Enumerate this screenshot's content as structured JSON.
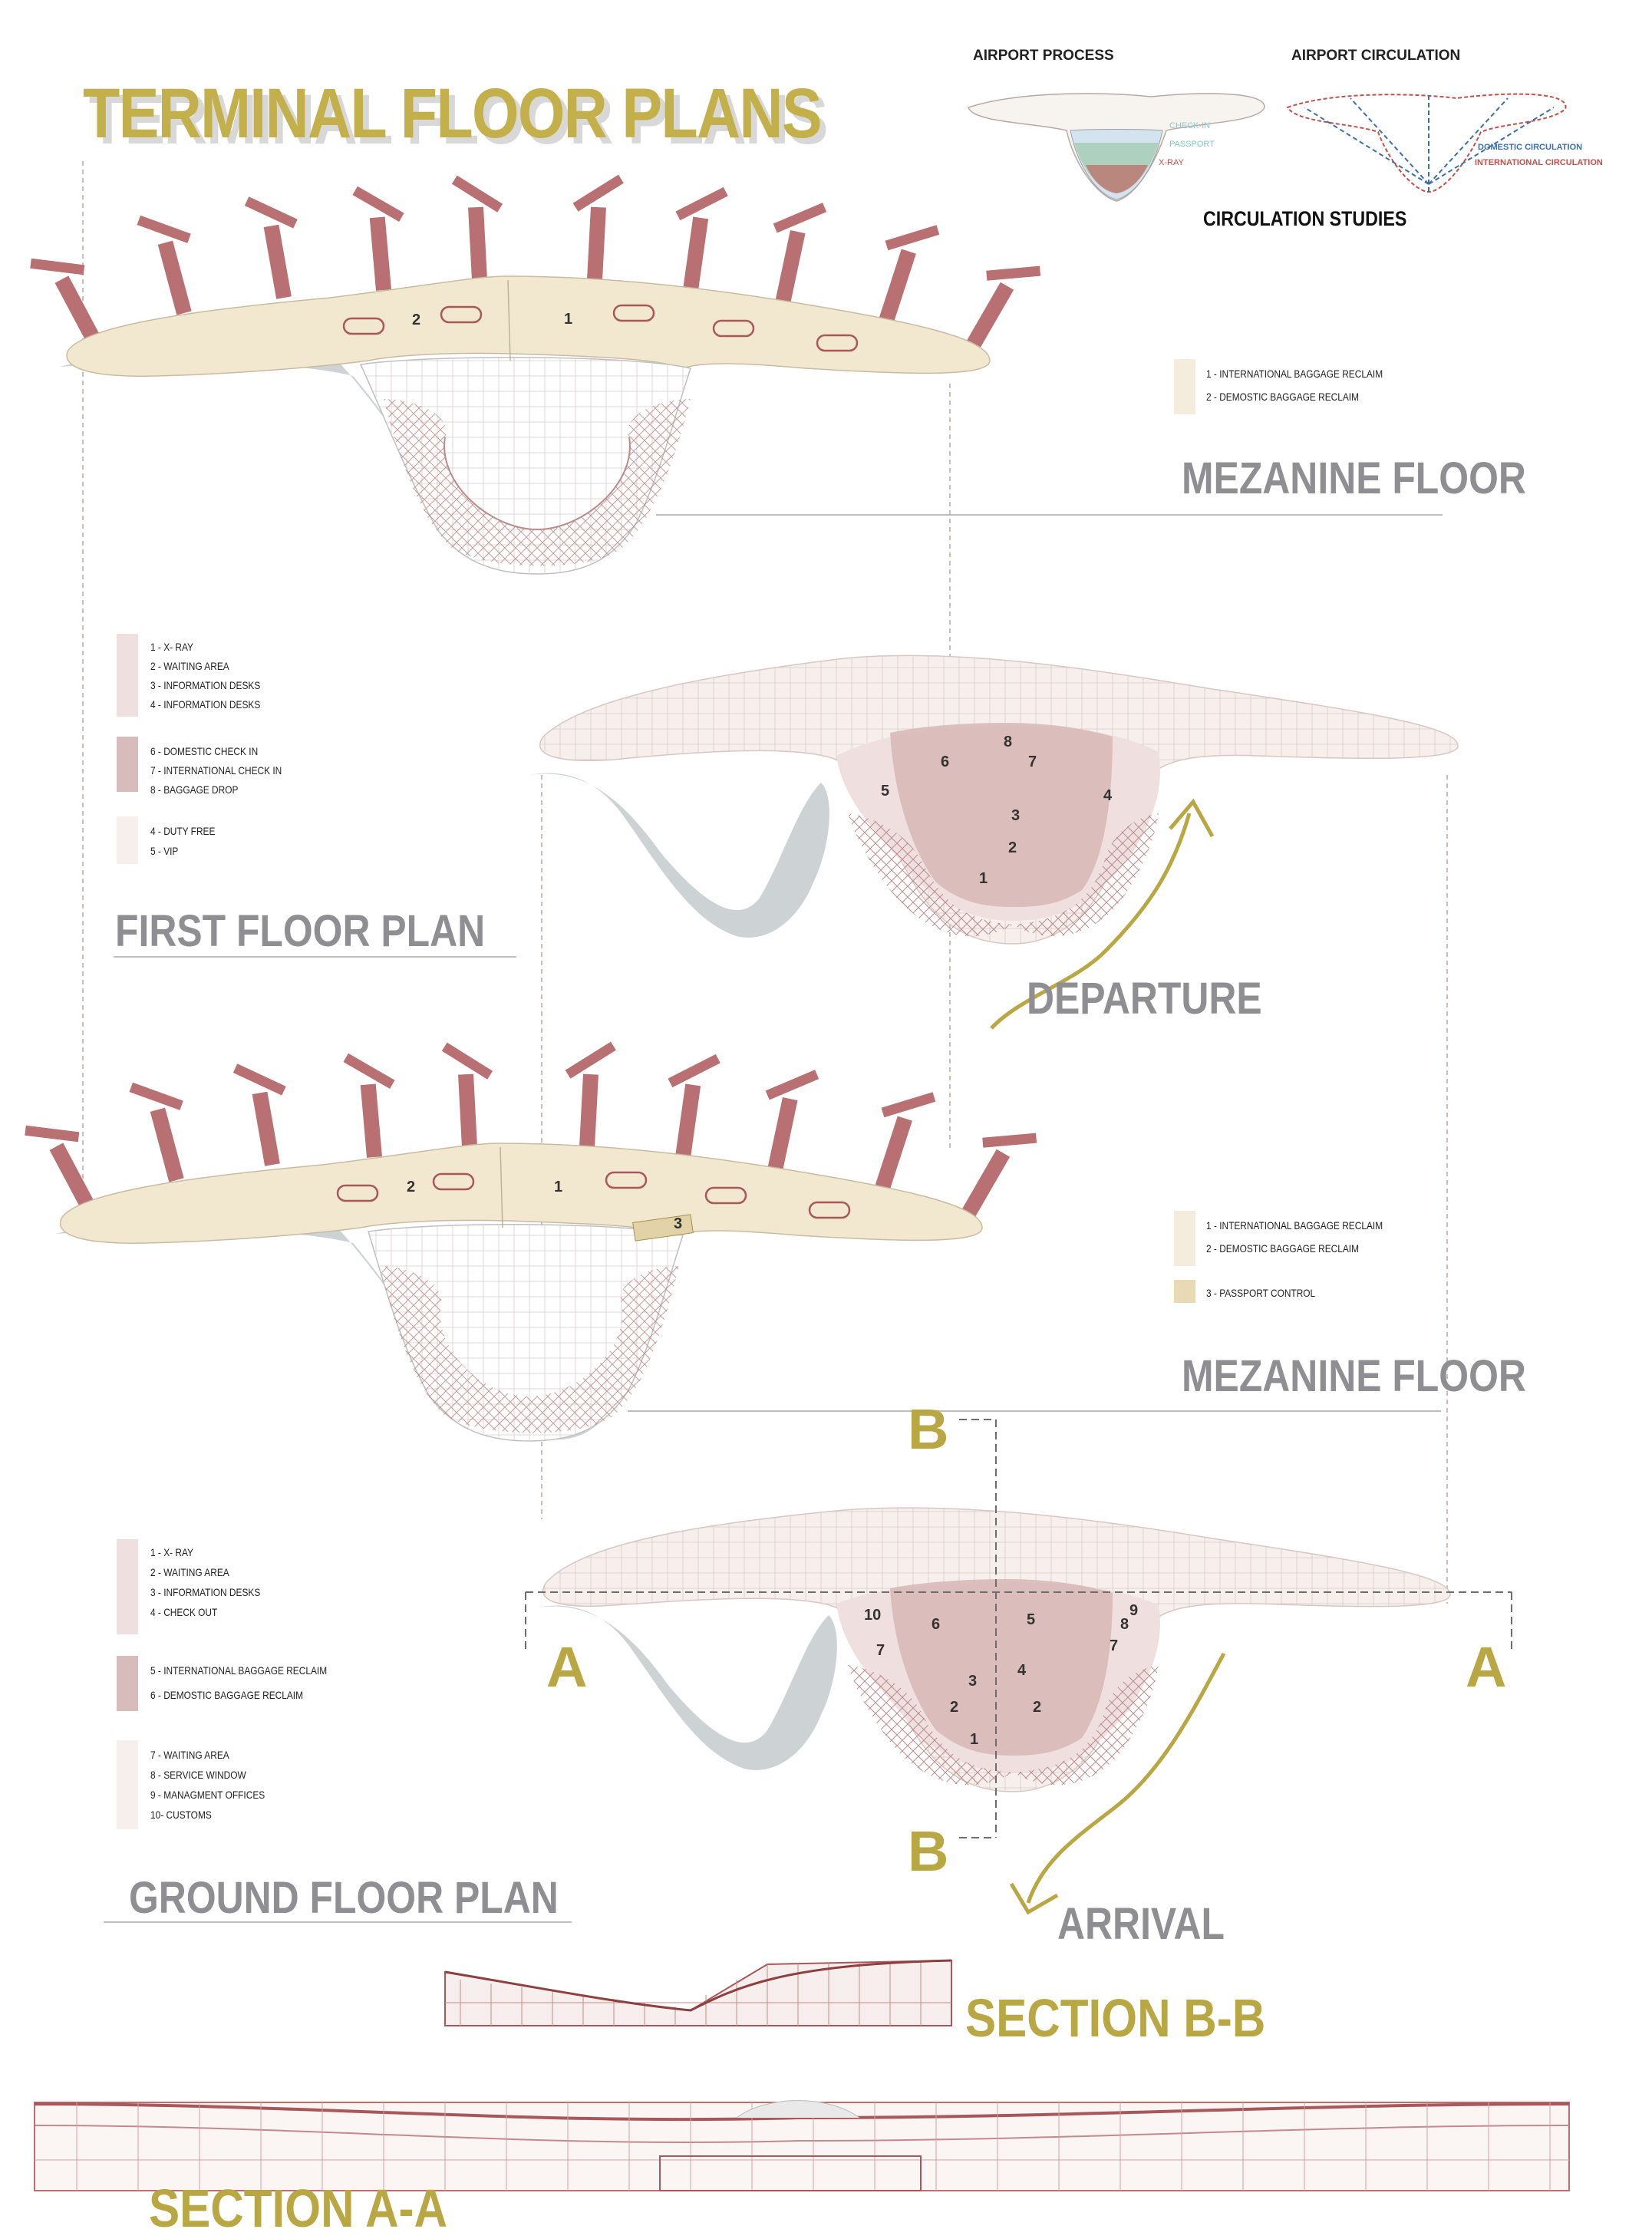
{
  "title": "TERMINAL FLOOR PLANS",
  "circulation": {
    "process_heading": "AIRPORT PROCESS",
    "circulation_heading": "AIRPORT CIRCULATION",
    "studies_title": "CIRCULATION STUDIES",
    "process_labels": [
      "CHECK-IN",
      "PASSPORT",
      "X-RAY"
    ],
    "domestic_label": "DOMESTIC CIRCULATION",
    "international_label": "INTERNATIONAL CIRCULATION",
    "colors": {
      "domestic": "#3b6fa8",
      "international": "#c0504d",
      "checkin": "#9fd4d9",
      "passport": "#7ec9b8"
    }
  },
  "mezzanine_upper": {
    "title": "MEZANINE FLOOR",
    "legend": [
      "1 - INTERNATIONAL BAGGAGE RECLAIM",
      "2 - DEMOSTIC BAGGAGE RECLAIM"
    ],
    "plan_labels": [
      "2",
      "1"
    ]
  },
  "first_floor": {
    "title": "FIRST FLOOR PLAN",
    "legend_groups": [
      [
        "1 - X- RAY",
        "2 - WAITING AREA",
        "3 - INFORMATION DESKS",
        "4 - INFORMATION DESKS"
      ],
      [
        "6 - DOMESTIC CHECK IN",
        "7 - INTERNATIONAL CHECK IN",
        "8 - BAGGAGE DROP"
      ],
      [
        "4 - DUTY FREE",
        "5 - VIP"
      ]
    ],
    "plan_labels": [
      "8",
      "6",
      "7",
      "5",
      "4",
      "3",
      "2",
      "1"
    ],
    "flow_label": "DEPARTURE"
  },
  "mezzanine_lower": {
    "title": "MEZANINE FLOOR",
    "legend": [
      "1 - INTERNATIONAL BAGGAGE RECLAIM",
      "2 - DEMOSTIC BAGGAGE RECLAIM"
    ],
    "legend_extra": "3 - PASSPORT CONTROL",
    "plan_labels": [
      "2",
      "1",
      "3"
    ]
  },
  "ground_floor": {
    "title": "GROUND FLOOR PLAN",
    "legend_groups": [
      [
        "1 - X- RAY",
        "2 - WAITING AREA",
        "3 - INFORMATION DESKS",
        "4 - CHECK OUT"
      ],
      [
        "5 - INTERNATIONAL BAGGAGE RECLAIM",
        "6 - DEMOSTIC BAGGAGE RECLAIM"
      ],
      [
        "7 - WAITING AREA",
        "8 - SERVICE WINDOW",
        "9 - MANAGMENT OFFICES",
        "10- CUSTOMS"
      ]
    ],
    "plan_labels": [
      "10",
      "6",
      "5",
      "7",
      "9",
      "8",
      "7",
      "4",
      "3",
      "2",
      "2",
      "1"
    ],
    "flow_label": "ARRIVAL"
  },
  "section_markers": {
    "a": "A",
    "b": "B"
  },
  "sections": {
    "bb": "SECTION B-B",
    "aa": "SECTION A-A"
  },
  "colors": {
    "accent": "#b9a744",
    "gray_title": "#8f8f93",
    "beige": "#f1e8cf",
    "pink": "#e9d6d6",
    "mauve": "#d7b7b5",
    "brick": "#a8585a",
    "shadow": "#cdd2d5"
  }
}
